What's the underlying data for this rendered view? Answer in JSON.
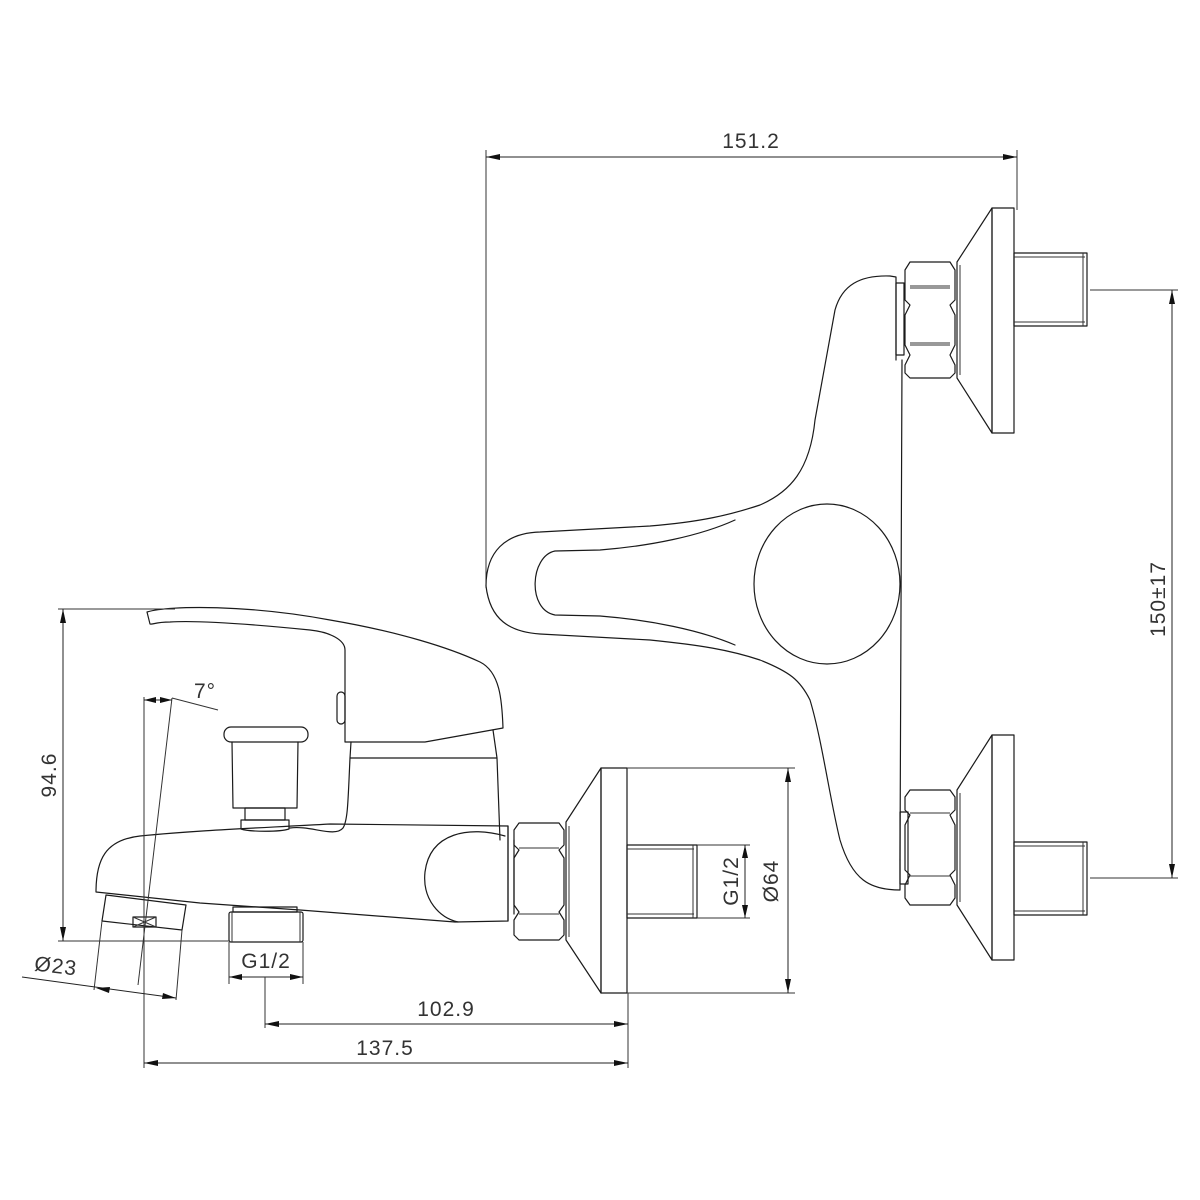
{
  "drawing": {
    "title": "Bath mixer technical drawing",
    "views": [
      "top-view",
      "side-view"
    ],
    "line_color": "#1a1a1a",
    "background": "#ffffff"
  },
  "dimensions": {
    "overall_width": "151.2",
    "inlet_spacing": "150±17",
    "height": "94.6",
    "spout_angle": "7°",
    "aerator_diameter": "Ø23",
    "outlet_thread": "G1/2",
    "inlet_thread": "G1/2",
    "flange_diameter": "Ø64",
    "outlet_to_wall": "102.9",
    "spout_to_wall": "137.5"
  }
}
